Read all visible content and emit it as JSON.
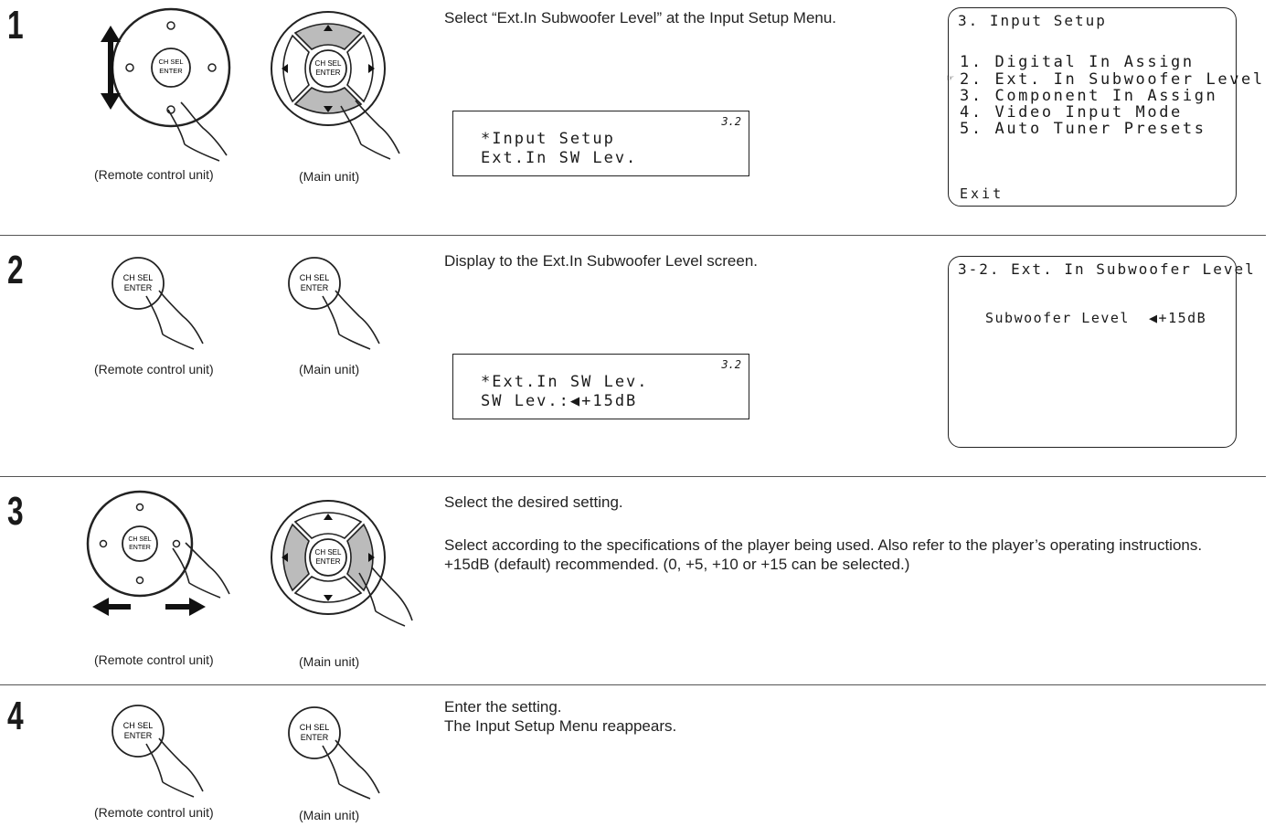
{
  "captions": {
    "remote": "(Remote control unit)",
    "main": "(Main unit)"
  },
  "button_label": {
    "line1": "CH SEL",
    "line2": "ENTER"
  },
  "steps": [
    {
      "number": "1",
      "instruction": [
        "Select “Ext.In Subwoofer Level” at the Input Setup Menu."
      ],
      "lcd": {
        "code": "3.2",
        "line1": "*Input Setup",
        "line2": "Ext.In SW Lev."
      },
      "osd": {
        "title": "3. Input Setup",
        "items": [
          "1. Digital In Assign",
          "2. Ext. In Subwoofer Level",
          "3. Component In Assign",
          "4. Video Input Mode",
          "5. Auto Tuner Presets"
        ],
        "cursor_icon": "pointing-hand-icon",
        "exit": "Exit"
      }
    },
    {
      "number": "2",
      "instruction": [
        "Display to the Ext.In Subwoofer Level screen."
      ],
      "lcd": {
        "code": "3.2",
        "line1": "*Ext.In SW Lev.",
        "line2": "SW Lev.:◀+15dB"
      },
      "osd": {
        "title": "3-2. Ext. In Subwoofer Level",
        "line": "Subwoofer Level  ◀+15dB"
      }
    },
    {
      "number": "3",
      "instruction": [
        "Select the desired setting.",
        "Select according to the specifications of the player being used. Also refer to the player’s operating instructions.",
        "+15dB (default) recommended. (0, +5, +10 or +15 can be selected.)"
      ]
    },
    {
      "number": "4",
      "instruction": [
        "Enter the setting.",
        "The Input Setup Menu reappears."
      ]
    }
  ]
}
